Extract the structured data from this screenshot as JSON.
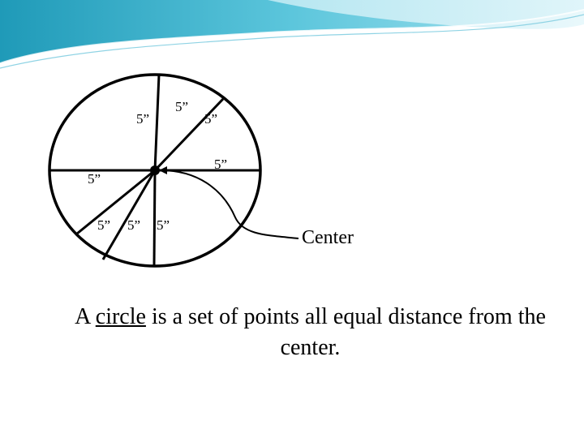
{
  "diagram": {
    "radius_labels": [
      "5”",
      "5”",
      "5”",
      "5”",
      "5”",
      "5”",
      "5”",
      "5”"
    ],
    "pointer_label": "Center"
  },
  "caption": {
    "prefix": "A ",
    "term": "circle",
    "suffix": " is a set of points all equal distance from the center."
  }
}
